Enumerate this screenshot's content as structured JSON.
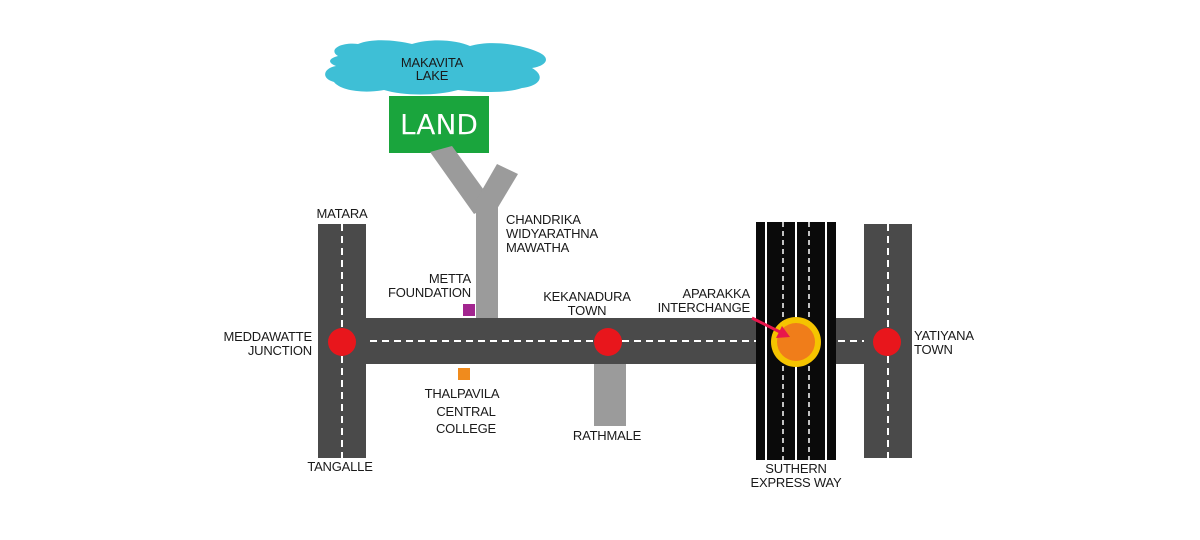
{
  "lake": {
    "label_line1": "MAKAVITA",
    "label_line2": "LAKE",
    "color": "#3ebfd6"
  },
  "land": {
    "label": "LAND",
    "color": "#1aa53d"
  },
  "roads": {
    "chandrika": [
      "CHANDRIKA",
      "WIDYARATHNA",
      "MAWATHA"
    ],
    "matara": "MATARA",
    "tangalle": "TANGALLE",
    "meddawatte": [
      "MEDDAWATTE",
      "JUNCTION"
    ],
    "kekanadura": [
      "KEKANADURA",
      "TOWN"
    ],
    "rathmale": "RATHMALE",
    "aparakka": [
      "APARAKKA",
      "INTERCHANGE"
    ],
    "yatiyana": [
      "YATIYANA",
      "TOWN"
    ],
    "expressway": [
      "SUTHERN",
      "EXPRESS WAY"
    ]
  },
  "landmarks": {
    "metta": {
      "lines": [
        "METTA",
        "FOUNDATION"
      ],
      "color": "#a2258f"
    },
    "thalpavila": {
      "lines": [
        "THALPAVILA",
        "CENTRAL",
        "COLLEGE"
      ],
      "color": "#f08b1d"
    }
  },
  "colors": {
    "road": "#4a4a4a",
    "side_road": "#9b9b9b",
    "junction": "#e8161c",
    "expressway": "#0a0a0a",
    "interchange_outer": "#f5c400",
    "interchange_inner": "#f07d1a",
    "arrow": "#e8164c"
  }
}
